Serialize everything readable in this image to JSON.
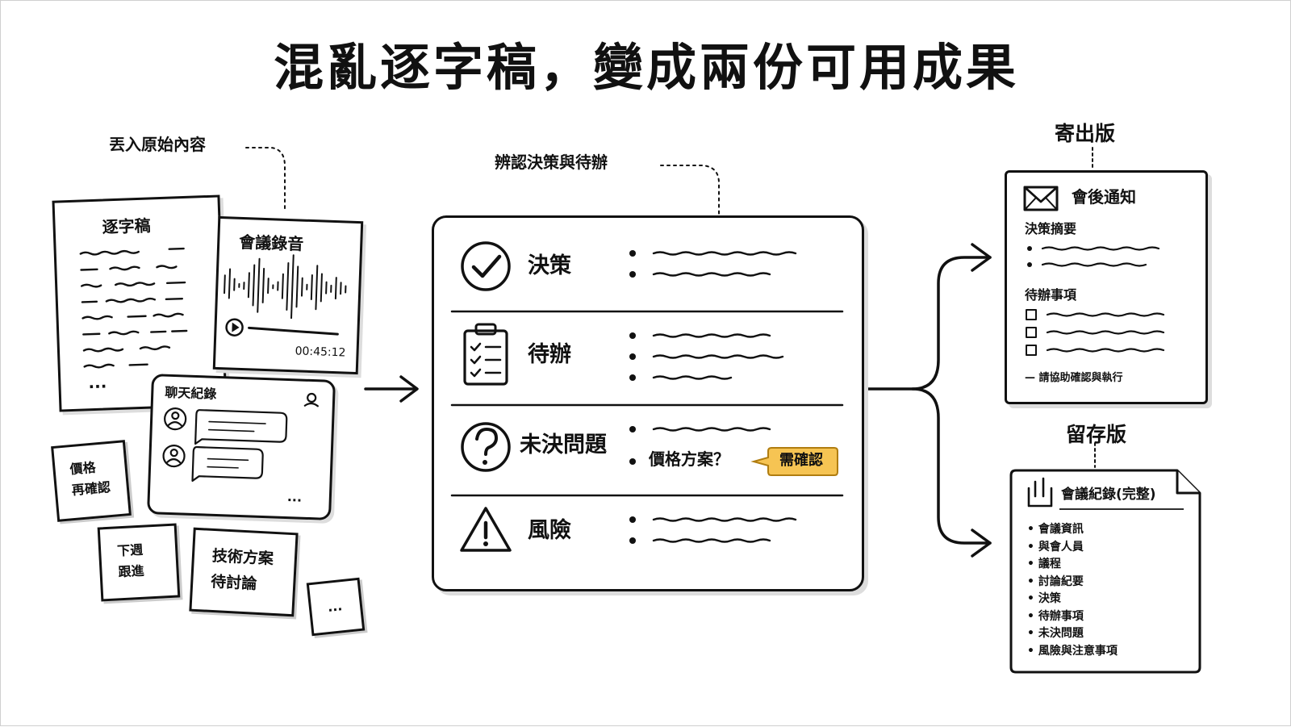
{
  "title": "混亂逐字稿，變成兩份可用成果",
  "input": {
    "heading": "丟入原始內容",
    "transcript": {
      "label": "逐字稿",
      "ellipsis": "..."
    },
    "recording": {
      "label": "會議錄音",
      "timestamp": "00:45:12"
    },
    "chat": {
      "label": "聊天紀錄",
      "more": "..."
    },
    "stickies": [
      {
        "line1": "價格",
        "line2": "再確認"
      },
      {
        "line1": "下週",
        "line2": "跟進"
      },
      {
        "line1": "技術方案",
        "line2": "待討論"
      },
      {
        "line1": "...",
        "line2": ""
      }
    ]
  },
  "process": {
    "heading": "辨認決策與待辦",
    "rows": [
      {
        "label": "決策",
        "icon": "check-circle-icon"
      },
      {
        "label": "待辦",
        "icon": "clipboard-checklist-icon"
      },
      {
        "label": "未決問題",
        "icon": "question-circle-icon",
        "item": "價格方案？",
        "badge": "需確認"
      },
      {
        "label": "風險",
        "icon": "warning-triangle-icon"
      }
    ],
    "badge_color": "#f6c453"
  },
  "outputs": {
    "send": {
      "heading": "寄出版",
      "title": "會後通知",
      "section1": "決策摘要",
      "section2": "待辦事項",
      "footer": "— 請協助確認與執行"
    },
    "archive": {
      "heading": "留存版",
      "title": "會議紀錄(完整)",
      "items": [
        "會議資訊",
        "與會人員",
        "議程",
        "討論紀要",
        "決策",
        "待辦事項",
        "未決問題",
        "風險與注意事項"
      ]
    }
  }
}
